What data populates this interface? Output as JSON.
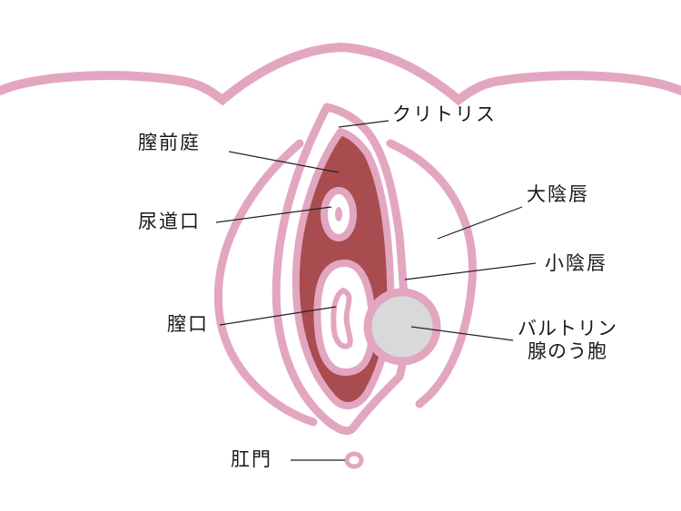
{
  "colors": {
    "outline": "#e3a6c0",
    "vestibule": "#a84c50",
    "cyst": "#d9d9d9",
    "leader": "#222222",
    "background": "#ffffff"
  },
  "labels": {
    "clitoris": "クリトリス",
    "vestibule": "膣前庭",
    "labia_majora": "大陰唇",
    "urethral_opening": "尿道口",
    "labia_minora": "小陰唇",
    "vaginal_opening": "膣口",
    "bartholin_line1": "バルトリン",
    "bartholin_line2": "腺のう胞",
    "anus": "肛門"
  }
}
